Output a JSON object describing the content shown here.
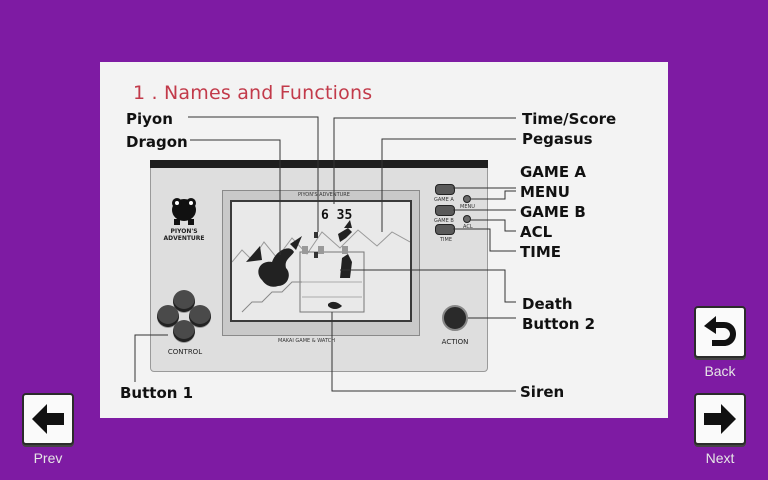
{
  "section_title": "1 . Names and Functions",
  "device": {
    "screen_title": "PIYON'S ADVENTURE",
    "logo_text": "PIYON'S\nADVENTURE",
    "score": "6 35",
    "bottom_caption": "MAKAI GAME & WATCH",
    "control_label": "CONTROL",
    "action_label": "ACTION",
    "game_a_label": "GAME A",
    "game_b_label": "GAME B",
    "time_label": "TIME",
    "menu_label": "MENU",
    "acl_label": "ACL"
  },
  "callouts": {
    "piyon": "Piyon",
    "dragon": "Dragon",
    "time_score": "Time/Score",
    "pegasus": "Pegasus",
    "game_a": "GAME A",
    "menu": "MENU",
    "game_b": "GAME B",
    "acl": "ACL",
    "time": "TIME",
    "death": "Death",
    "button2": "Button 2",
    "button1": "Button 1",
    "siren": "Siren"
  },
  "nav": {
    "prev_label": "Prev",
    "next_label": "Next",
    "back_label": "Back"
  },
  "icons": {
    "prev": "arrow-left-icon",
    "next": "arrow-right-icon",
    "back": "return-arrow-icon"
  }
}
